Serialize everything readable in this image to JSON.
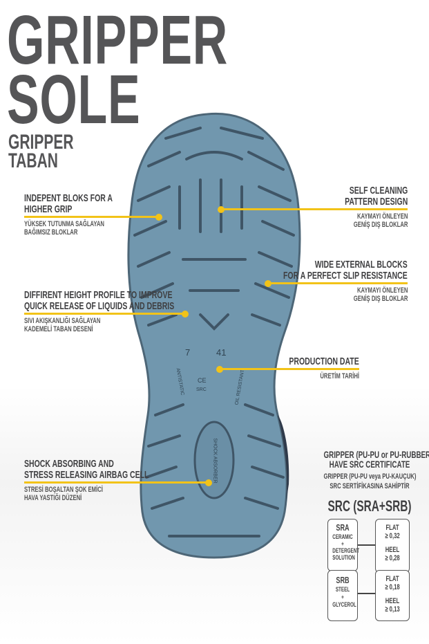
{
  "title": {
    "line1": "GRIPPER",
    "line2": "SOLE",
    "sub1": "GRIPPER",
    "sub2": "TABAN"
  },
  "callouts": {
    "indep": {
      "t1": "INDEPENT BLOKS FOR A",
      "t2": "HIGHER GRIP",
      "s1": "YÜKSEK TUTUNMA SAĞLAYAN",
      "s2": "BAĞIMSIZ BLOKLAR"
    },
    "height": {
      "t1": "DIFFIRENT HEIGHT PROFILE TO IMPROVE",
      "t2": "QUICK RELEASE OF LIQUIDS AND DEBRIS",
      "s1": "SIVI AKIŞKANLIĞI SAĞLAYAN",
      "s2": "KADEMELİ TABAN DESENİ"
    },
    "shock": {
      "t1": "SHOCK ABSORBING AND",
      "t2": "STRESS RELEASING AIRBAG CELL",
      "s1": "STRESİ BOŞALTAN ŞOK EMİCİ",
      "s2": "HAVA YASTIĞI DÜZENİ"
    },
    "selfclean": {
      "t1": "SELF CLEANING",
      "t2": "PATTERN DESIGN",
      "s1": "KAYMAYI ÖNLEYEN",
      "s2": "GENİŞ DIŞ BLOKLAR"
    },
    "wide": {
      "t1": "WIDE EXTERNAL BLOCKS",
      "t2": "FOR A PERFECT SLIP RESISTANCE",
      "s1": "KAYMAYI ÖNLEYEN",
      "s2": "GENİŞ DIŞ BLOKLAR"
    },
    "prod": {
      "t1": "PRODUCTION DATE",
      "s1": "ÜRETİM TARİHİ"
    }
  },
  "sole_marks": {
    "size": "41",
    "month": "7",
    "ce": "CE",
    "src": "SRC",
    "antistatic": "ANTISTATIC",
    "oil": "OIL RESISTANT",
    "shock": "SHOCK ABSORBER"
  },
  "cert": {
    "t1": "GRIPPER (PU-PU or PU-RUBBER)",
    "t2": "HAVE SRC CERTIFICATE",
    "s1": "GRIPPER (PU-PU veya PU-KAUÇUK)",
    "s2": "SRC SERTİFİKASINA SAHİPTİR",
    "heading": "SRC (SRA+SRB)",
    "sra": {
      "name": "SRA",
      "l1": "CERAMIC",
      "l2": "+",
      "l3": "DETERGENT",
      "l4": "SOLUTION",
      "flat_label": "FLAT",
      "flat": "≥ 0,32",
      "heel_label": "HEEL",
      "heel": "≥ 0,28"
    },
    "srb": {
      "name": "SRB",
      "l1": "STEEL",
      "l2": "+",
      "l3": "GLYCEROL",
      "flat_label": "FLAT",
      "flat": "≥ 0,18",
      "heel_label": "HEEL",
      "heel": "≥ 0,13"
    }
  },
  "colors": {
    "accent": "#f2c318",
    "sole": "#7197ae",
    "sole_dark": "#3f5566"
  }
}
